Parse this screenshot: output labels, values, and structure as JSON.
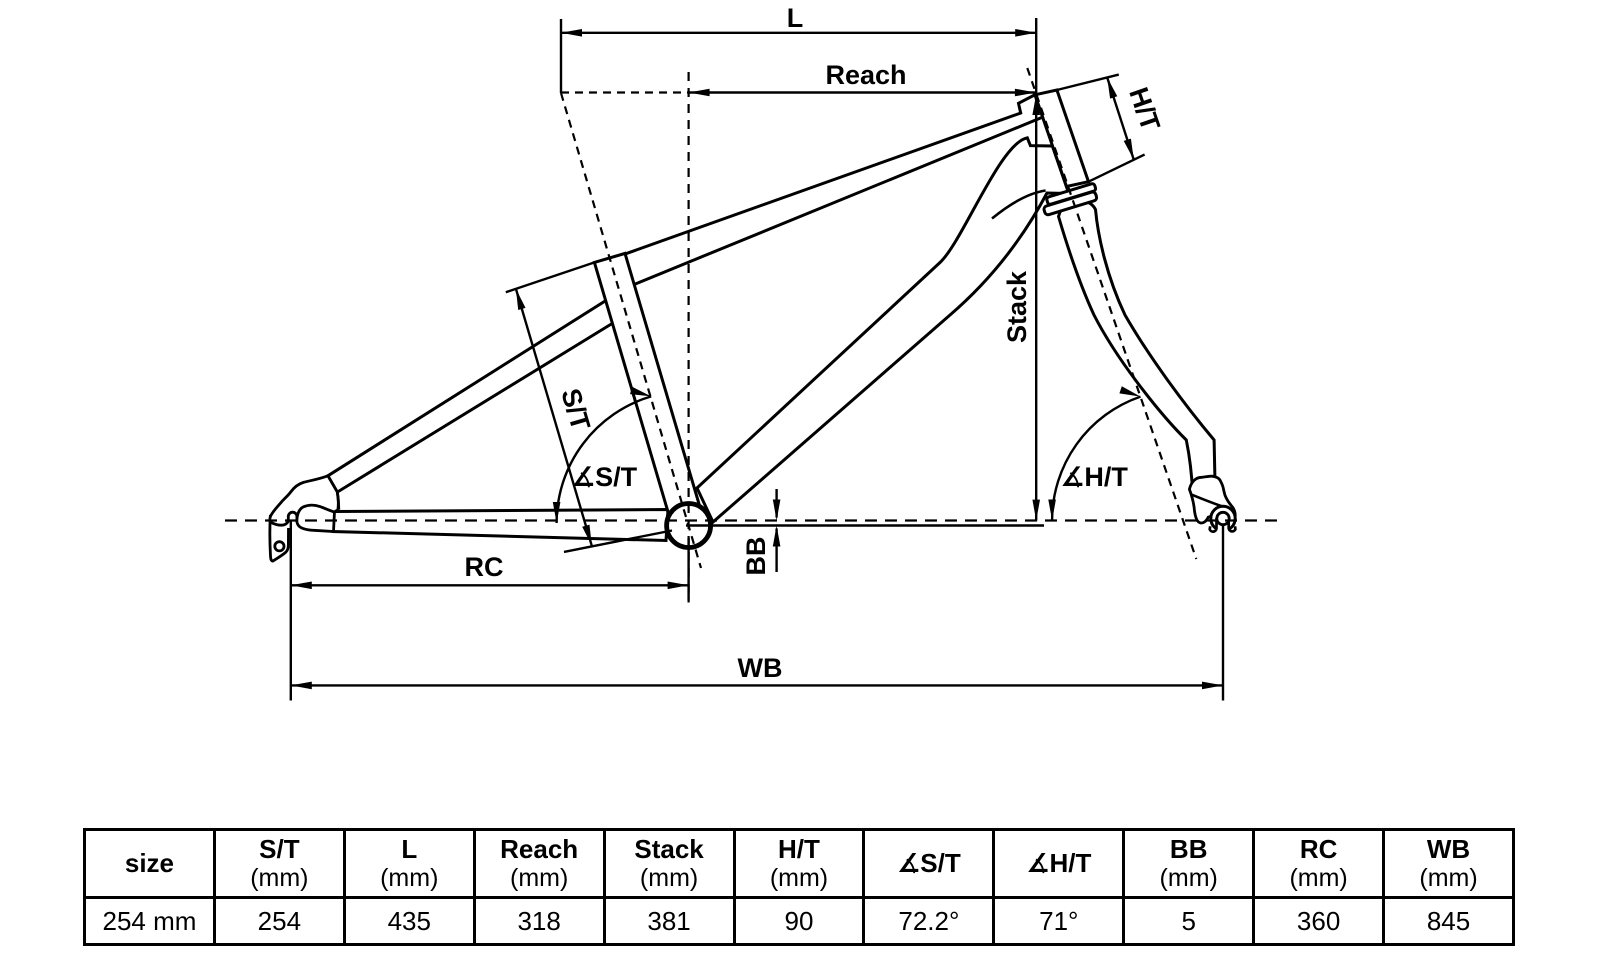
{
  "page": {
    "background": "#ffffff",
    "ink": "#000000"
  },
  "diagram": {
    "labels": {
      "top_length": "L",
      "reach": "Reach",
      "head_tube": "H/T",
      "stack": "Stack",
      "seat_tube": "S/T",
      "seat_tube_angle": "∡S/T",
      "head_tube_angle": "∡H/T",
      "bb_drop": "BB",
      "rear_center": "RC",
      "wheelbase": "WB"
    }
  },
  "table": {
    "columns": [
      {
        "label": "size",
        "unit": ""
      },
      {
        "label": "S/T",
        "unit": "(mm)"
      },
      {
        "label": "L",
        "unit": "(mm)"
      },
      {
        "label": "Reach",
        "unit": "(mm)"
      },
      {
        "label": "Stack",
        "unit": "(mm)"
      },
      {
        "label": "H/T",
        "unit": "(mm)"
      },
      {
        "label": "∡S/T",
        "unit": ""
      },
      {
        "label": "∡H/T",
        "unit": ""
      },
      {
        "label": "BB",
        "unit": "(mm)"
      },
      {
        "label": "RC",
        "unit": "(mm)"
      },
      {
        "label": "WB",
        "unit": "(mm)"
      }
    ],
    "rows": [
      [
        "254 mm",
        "254",
        "435",
        "318",
        "381",
        "90",
        "72.2°",
        "71°",
        "5",
        "360",
        "845"
      ]
    ]
  }
}
